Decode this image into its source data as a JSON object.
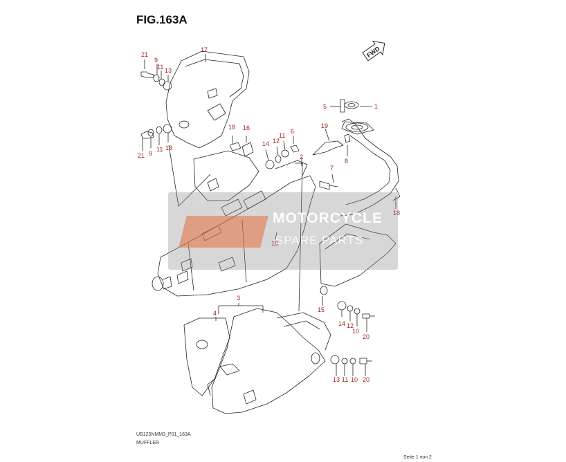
{
  "figure": {
    "title": "FIG.163A",
    "fwd_label": "FWD",
    "code": "UB125NMM3_P01_163A",
    "name": "MUFFLER",
    "page": "Seite 1 von 2"
  },
  "watermark": {
    "brand": "MOTORCYCLE",
    "sub": "SPARE PARTS"
  },
  "callouts": {
    "c1": "1",
    "c2": "2",
    "c3": "3",
    "c4": "4",
    "c5": "5",
    "c6": "6",
    "c7": "7",
    "c8": "8",
    "c9a": "9",
    "c9b": "9",
    "c10a": "10",
    "c10b": "10",
    "c11a": "11",
    "c11b": "11",
    "c11c": "11",
    "c11d": "11",
    "c12a": "12",
    "c12b": "12",
    "c13a": "13",
    "c13b": "13",
    "c13c": "13",
    "c14a": "14",
    "c14b": "14",
    "c15": "15",
    "c16": "16",
    "c17": "17",
    "c18a": "18",
    "c18b": "18",
    "c18c": "18",
    "c19": "19",
    "c20a": "20",
    "c20b": "20",
    "c21a": "21",
    "c21b": "21"
  }
}
